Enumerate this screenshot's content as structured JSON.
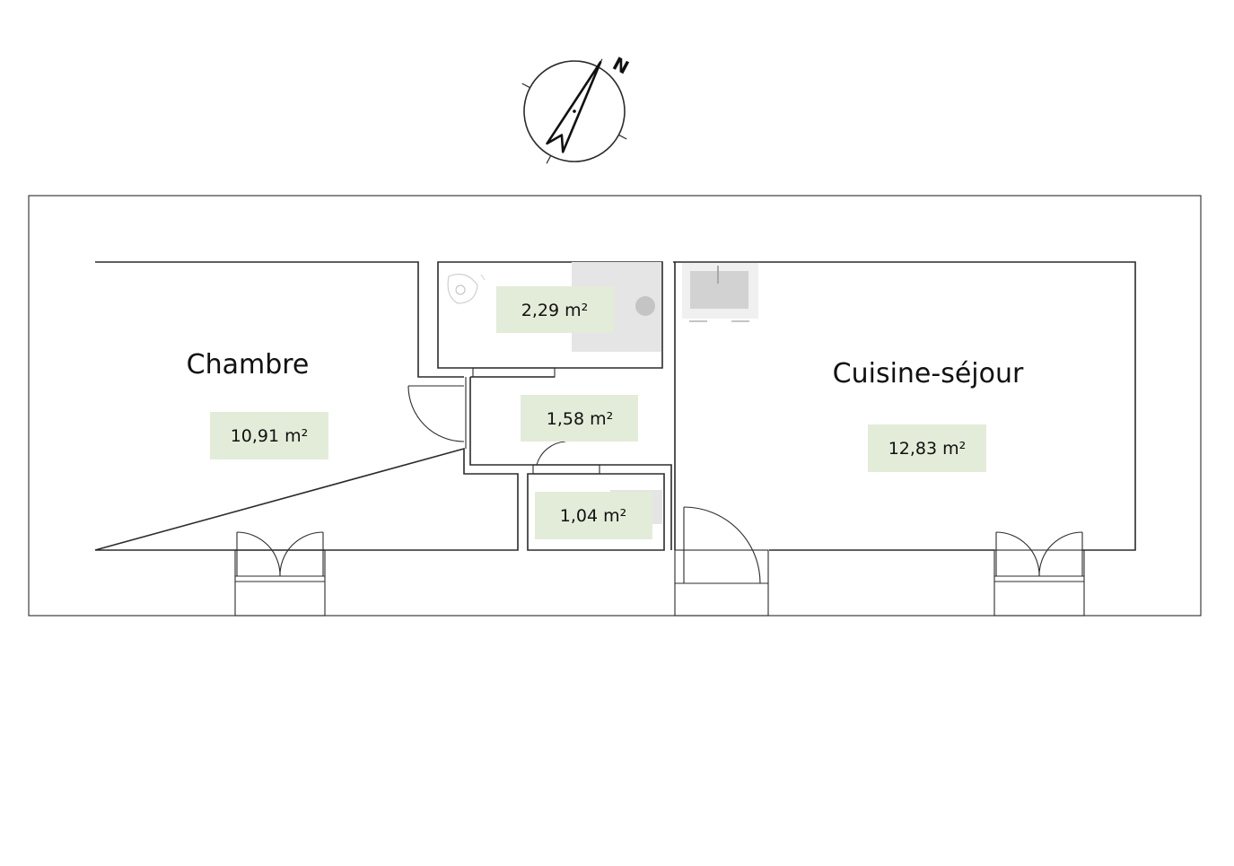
{
  "compass": {
    "north_label": "N"
  },
  "rooms": {
    "chambre": {
      "name": "Chambre",
      "area": "10,91 m²"
    },
    "salle_de_bain": {
      "name": "",
      "area": "2,29 m²"
    },
    "degagement": {
      "name": "",
      "area": "1,58 m²"
    },
    "wc": {
      "name": "",
      "area": "1,04 m²"
    },
    "cuisine_sejour": {
      "name": "Cuisine-séjour",
      "area": "12,83 m²"
    }
  },
  "colors": {
    "area_box": "#e3ecd9",
    "wall": "#2b2b2b",
    "fixture": "#e5e5e5"
  }
}
